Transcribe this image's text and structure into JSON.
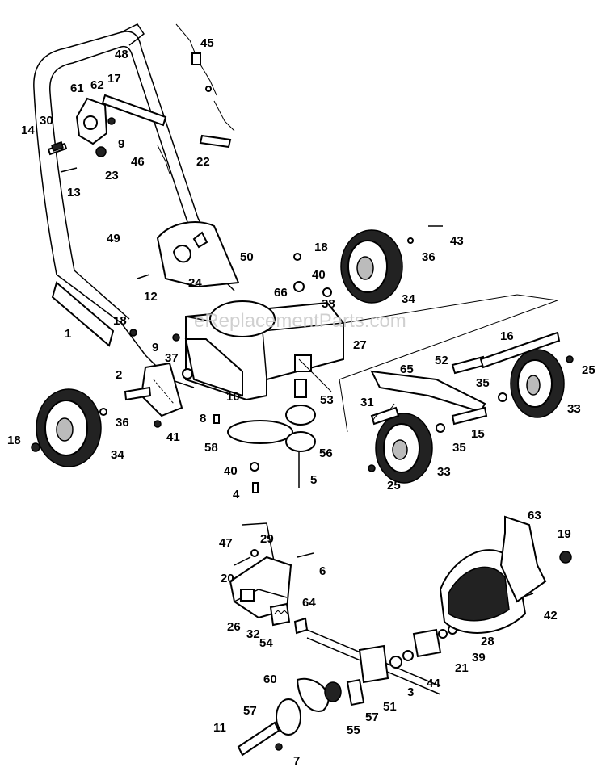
{
  "watermark": "eReplacementParts.com",
  "callouts": {
    "c45": "45",
    "c48": "48",
    "c61": "61",
    "c62": "62",
    "c17": "17",
    "c14": "14",
    "c30": "30",
    "c9a": "9",
    "c23": "23",
    "c46": "46",
    "c22": "22",
    "c13": "13",
    "c49": "49",
    "c50": "50",
    "c24": "24",
    "c12": "12",
    "c18a": "18",
    "c40a": "40",
    "c66": "66",
    "c38": "38",
    "c34a": "34",
    "c43": "43",
    "c36a": "36",
    "c1": "1",
    "c18b": "18",
    "c9b": "9",
    "c37": "37",
    "c27": "27",
    "c16": "16",
    "c25a": "25",
    "c2": "2",
    "c10": "10",
    "c53": "53",
    "c31": "31",
    "c65": "65",
    "c52": "52",
    "c35a": "35",
    "c33a": "33",
    "c36b": "36",
    "c41": "41",
    "c8": "8",
    "c58": "58",
    "c56": "56",
    "c35b": "35",
    "c15": "15",
    "c18c": "18",
    "c34b": "34",
    "c40b": "40",
    "c4": "4",
    "c5": "5",
    "c25b": "25",
    "c33b": "33",
    "c29": "29",
    "c47": "47",
    "c63": "63",
    "c19": "19",
    "c6": "6",
    "c20": "20",
    "c64": "64",
    "c26": "26",
    "c32": "32",
    "c54": "54",
    "c28": "28",
    "c42": "42",
    "c39": "39",
    "c21": "21",
    "c44": "44",
    "c3": "3",
    "c60": "60",
    "c57a": "57",
    "c51": "51",
    "c57b": "57",
    "c55": "55",
    "c11": "11",
    "c7": "7"
  }
}
